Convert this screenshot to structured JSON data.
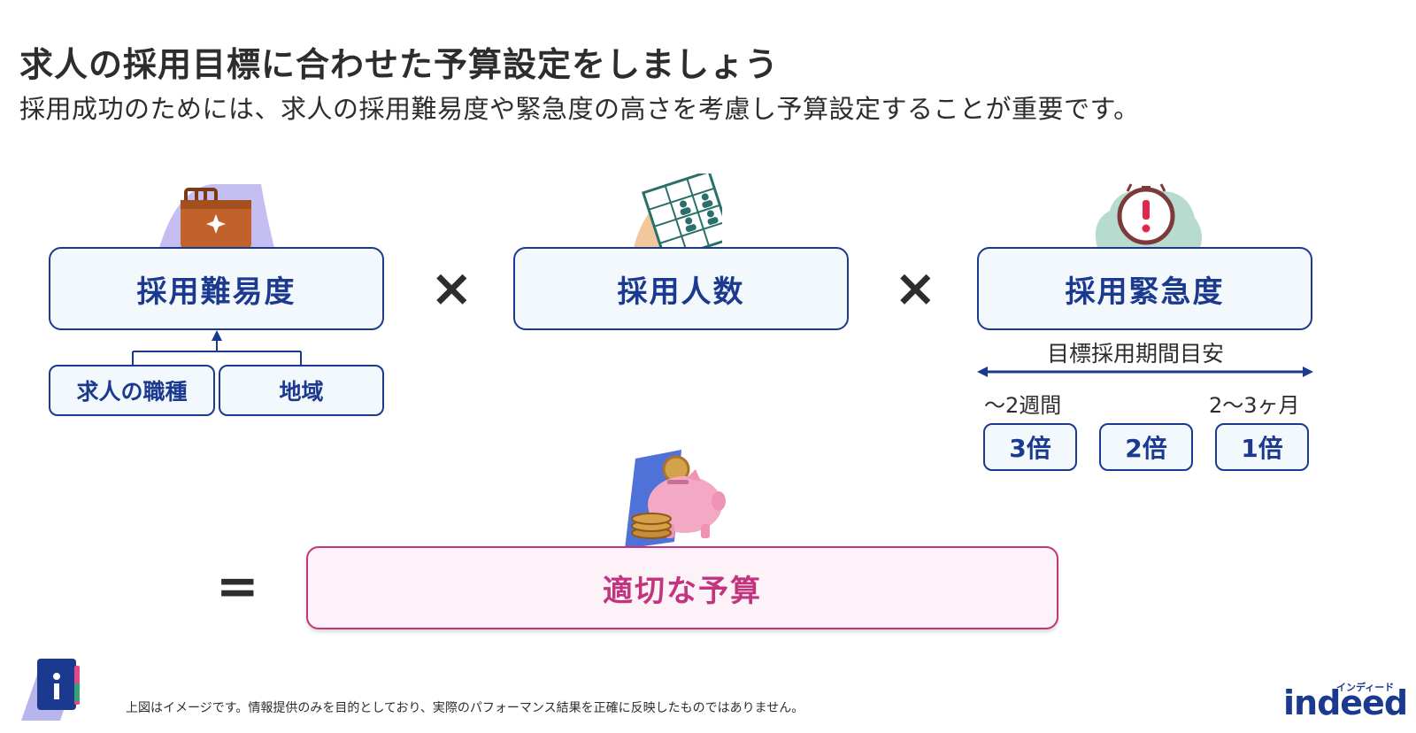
{
  "header": {
    "title": "求人の採用目標に合わせた予算設定をしましょう",
    "subtitle": "採用成功のためには、求人の採用難易度や緊急度の高さを考慮し予算設定することが重要です。"
  },
  "factors": {
    "difficulty": {
      "label": "採用難易度",
      "icon": "briefcase-icon",
      "sub": [
        "求人の職種",
        "地域"
      ]
    },
    "headcount": {
      "label": "採用人数",
      "icon": "calendar-grid-icon"
    },
    "urgency": {
      "label": "採用緊急度",
      "icon": "stopwatch-alert-icon",
      "period_label": "目標採用期間目安",
      "range_start": "〜2週間",
      "range_end": "2〜3ヶ月",
      "multipliers": [
        "3倍",
        "2倍",
        "1倍"
      ]
    }
  },
  "operators": {
    "multiply": "×",
    "equals": "="
  },
  "result": {
    "label": "適切な予算",
    "icon": "piggy-bank-icon"
  },
  "footer": {
    "note": "上図はイメージです。情報提供のみを目的としており、実際のパフォーマンス結果を正確に反映したものではありません。",
    "info_icon": "info-book-icon",
    "logo": "indeed",
    "logo_kana": "インディード"
  },
  "colors": {
    "navy": "#1b3a8f",
    "pink": "#c0357e",
    "box_fill": "#f3f8fd",
    "result_fill": "#fdf2f8"
  }
}
